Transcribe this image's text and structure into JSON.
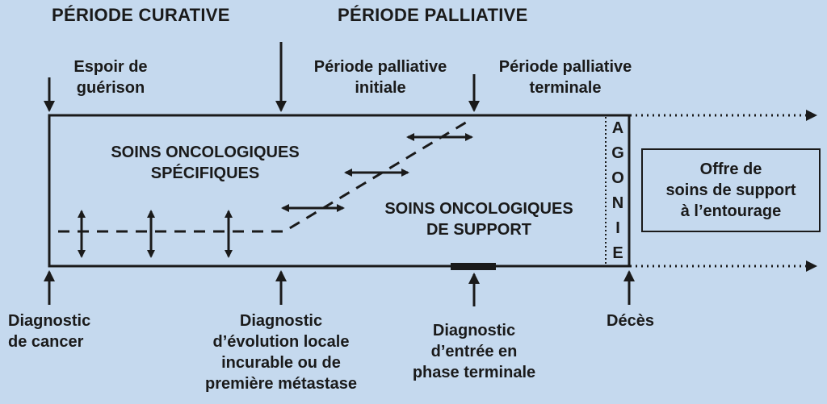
{
  "headers": {
    "curative": "PÉRIODE CURATIVE",
    "palliative": "PÉRIODE PALLIATIVE"
  },
  "top_labels": {
    "espoir": [
      "Espoir de",
      "guérison"
    ],
    "palliative_initiale": [
      "Période palliative",
      "initiale"
    ],
    "palliative_terminale": [
      "Période palliative",
      "terminale"
    ]
  },
  "inside": {
    "specifiques": [
      "SOINS ONCOLOGIQUES",
      "SPÉCIFIQUES"
    ],
    "support": [
      "SOINS ONCOLOGIQUES",
      "DE SUPPORT"
    ],
    "agonie": [
      "A",
      "G",
      "O",
      "N",
      "I",
      "E"
    ]
  },
  "right_box": [
    "Offre de",
    "soins de support",
    "à l’entourage"
  ],
  "bottom_labels": {
    "diagnostic_cancer": [
      "Diagnostic",
      "de cancer"
    ],
    "diagnostic_evolution": [
      "Diagnostic",
      "d’évolution locale",
      "incurable ou de",
      "première métastase"
    ],
    "diagnostic_terminale": [
      "Diagnostic",
      "d’entrée en",
      "phase terminale"
    ],
    "deces": [
      "Décès"
    ]
  }
}
